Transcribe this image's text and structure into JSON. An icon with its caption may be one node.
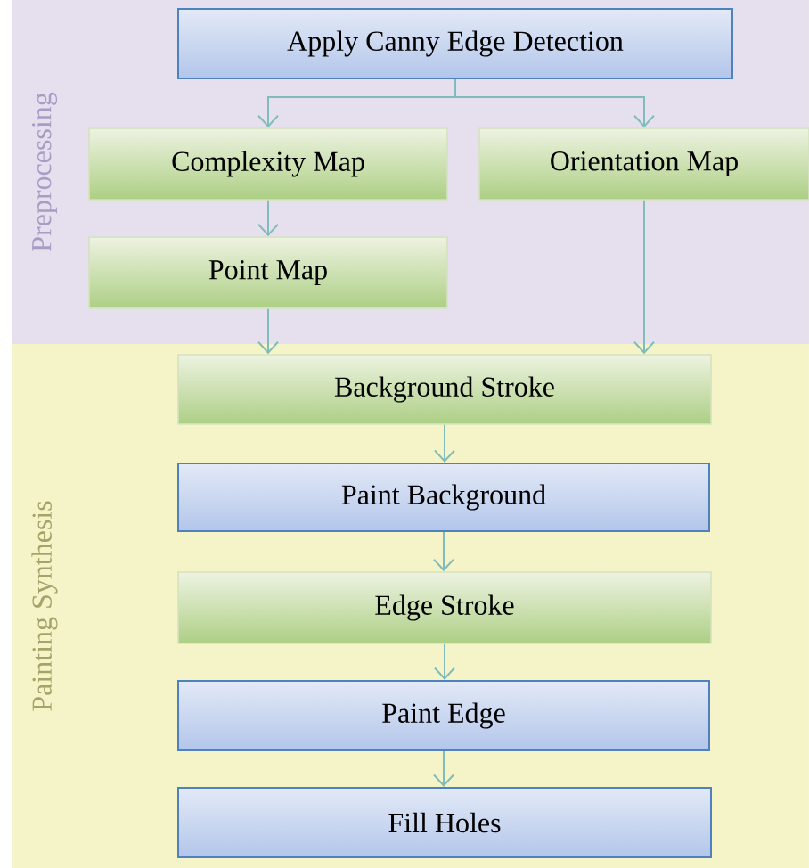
{
  "diagram": {
    "nodes": [
      {
        "text": [
          "Preprocessing"
        ]
      },
      {
        "text": [
          "Apply Canny Edge Detection"
        ],
        "in": 0
      },
      {
        "text": [
          "Complexity Map"
        ],
        "in": 0
      },
      {
        "text": [
          "Orientation Map"
        ],
        "in": 0
      },
      {
        "text": [
          "Point Map"
        ],
        "in": 0
      },
      {
        "text": [
          "Painting Synthesis"
        ]
      },
      {
        "text": [
          "Background Stroke"
        ],
        "in": 5
      },
      {
        "text": [
          "Paint Background"
        ],
        "in": 5
      },
      {
        "text": [
          "Edge Stroke"
        ],
        "in": 5
      },
      {
        "text": [
          "Paint Edge"
        ],
        "in": 5
      },
      {
        "text": [
          "Fill Holes"
        ],
        "in": 5
      }
    ],
    "edges": [
      {
        "from": 1,
        "to": 2,
        "arrow": "to"
      },
      {
        "from": 1,
        "to": 3,
        "arrow": "to"
      },
      {
        "from": 2,
        "to": 4,
        "arrow": "to"
      },
      {
        "from": 4,
        "to": 6,
        "arrow": "to"
      },
      {
        "from": 3,
        "to": 6,
        "arrow": "to"
      },
      {
        "from": 6,
        "to": 7,
        "arrow": "to"
      },
      {
        "from": 7,
        "to": 8,
        "arrow": "to"
      },
      {
        "from": 8,
        "to": 9,
        "arrow": "to"
      },
      {
        "from": 9,
        "to": 10,
        "arrow": "to"
      }
    ]
  }
}
